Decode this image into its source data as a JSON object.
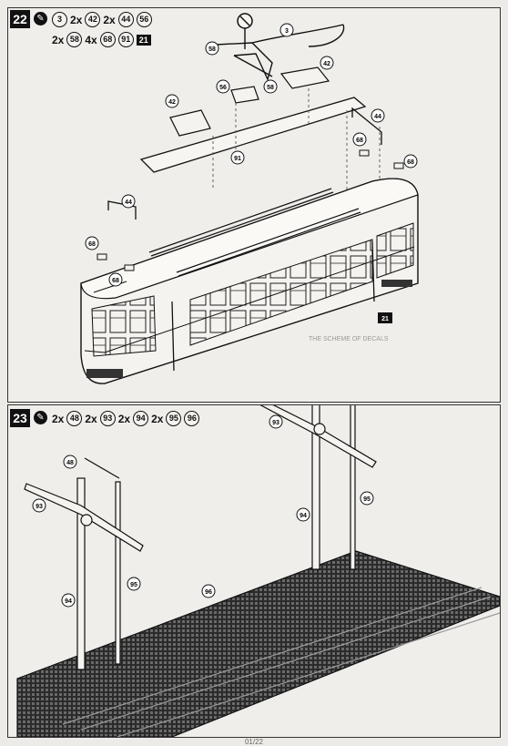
{
  "steps": [
    {
      "number": "22",
      "line1": [
        {
          "kind": "circle",
          "v": "3"
        },
        {
          "kind": "qty",
          "v": "2x"
        },
        {
          "kind": "circle",
          "v": "42"
        },
        {
          "kind": "qty",
          "v": "2x"
        },
        {
          "kind": "circle",
          "v": "44"
        },
        {
          "kind": "circle",
          "v": "56"
        }
      ],
      "line2": [
        {
          "kind": "qty",
          "v": "2x"
        },
        {
          "kind": "circle",
          "v": "58"
        },
        {
          "kind": "qty",
          "v": "4x"
        },
        {
          "kind": "circle",
          "v": "68"
        },
        {
          "kind": "circle",
          "v": "91"
        },
        {
          "kind": "box",
          "v": "21"
        }
      ],
      "callouts": {
        "p3": "3",
        "p42a": "42",
        "p42b": "42",
        "p44a": "44",
        "p44b": "44",
        "p56": "56",
        "p58a": "58",
        "p58b": "58",
        "p68a": "68",
        "p68b": "68",
        "p68c": "68",
        "p68d": "68",
        "p91": "91",
        "ref21": "21"
      }
    },
    {
      "number": "23",
      "line1": [
        {
          "kind": "qty",
          "v": "2x"
        },
        {
          "kind": "circle",
          "v": "48"
        },
        {
          "kind": "qty",
          "v": "2x"
        },
        {
          "kind": "circle",
          "v": "93"
        },
        {
          "kind": "qty",
          "v": "2x"
        },
        {
          "kind": "circle",
          "v": "94"
        },
        {
          "kind": "qty",
          "v": "2x"
        },
        {
          "kind": "circle",
          "v": "95"
        },
        {
          "kind": "circle",
          "v": "96"
        }
      ],
      "callouts": {
        "p48a": "48",
        "p48b": "48",
        "p93a": "93",
        "p93b": "93",
        "p94a": "94",
        "p94b": "94",
        "p95a": "95",
        "p95b": "95",
        "p96": "96"
      }
    }
  ],
  "icons": {
    "glue": "glue-icon",
    "paint": "paint-icon"
  },
  "bleed_text": "THE SCHEME OF DECALS",
  "page_number": "01/22"
}
